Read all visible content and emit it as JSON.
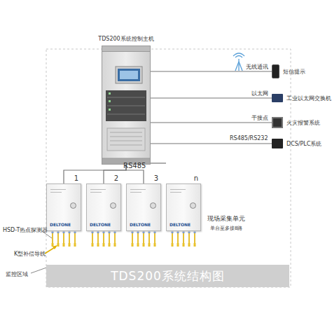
{
  "diagram": {
    "nodes": [
      {
        "text": [
          "TDS200系统控制主机"
        ]
      },
      {
        "text": [
          "短信提示"
        ]
      },
      {
        "text": [
          "工业以太网交换机"
        ]
      },
      {
        "text": [
          "火灾报警系统"
        ]
      },
      {
        "text": [
          "DCS/PLC系统"
        ]
      },
      {
        "text": [
          "1",
          "DELTONE"
        ]
      },
      {
        "text": [
          "2",
          "DELTONE"
        ]
      },
      {
        "text": [
          "3",
          "DELTONE"
        ]
      },
      {
        "text": [
          "n",
          "DELTONE"
        ]
      },
      {
        "text": [
          "TDS200系统结构图"
        ]
      }
    ],
    "edges": [
      {
        "from": 0,
        "to": 1,
        "label": "无线通讯",
        "arrow": "none"
      },
      {
        "from": 0,
        "to": 2,
        "label": "以太网",
        "arrow": "none"
      },
      {
        "from": 0,
        "to": 3,
        "label": "干接点",
        "arrow": "none"
      },
      {
        "from": 0,
        "to": 4,
        "label": "RS485/RS232",
        "arrow": "none"
      },
      {
        "from": 0,
        "to": 5,
        "arrow": "none"
      },
      {
        "from": 0,
        "to": 6,
        "arrow": "none"
      },
      {
        "from": 0,
        "to": 7,
        "arrow": "none"
      },
      {
        "from": 0,
        "to": 8,
        "arrow": "none"
      }
    ],
    "labels": [
      "RS485",
      "现场采集单元",
      "单台至多接8路",
      "HSD-T热点探测器",
      "K型补偿导线",
      "监控区域"
    ]
  }
}
